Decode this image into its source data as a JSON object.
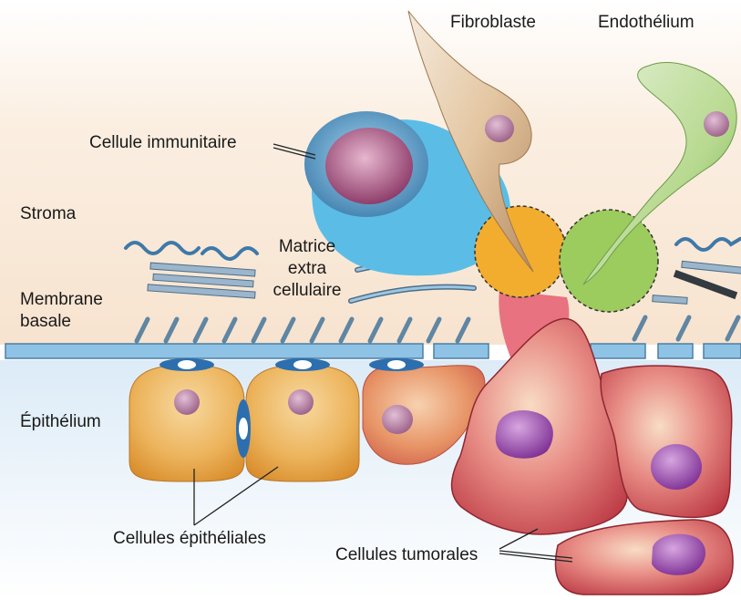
{
  "labels": {
    "fibroblaste": "Fibroblaste",
    "endothelium": "Endothélium",
    "cellule_immunitaire": "Cellule immunitaire",
    "stroma": "Stroma",
    "matrice_line1": "Matrice",
    "matrice_line2": "extra",
    "matrice_line3": "cellulaire",
    "membrane_line1": "Membrane",
    "membrane_line2": "basale",
    "epithelium": "Épithélium",
    "cellules_epitheliales": "Cellules épithéliales",
    "cellules_tumorales": "Cellules tumorales"
  },
  "colors": {
    "stroma_background": "#f7e6d3",
    "epithelium_background": "#e2eef8",
    "basement_membrane": "#8fc3e6",
    "immune_cell": "#5bbde6",
    "fibroblast": "#e8d2b5",
    "endothelium": "#a9cf84",
    "orange_cell": "#f2ac2e",
    "green_cell": "#9ccb5e",
    "pink_stem": "#e8727f",
    "epithelial_cell": "#e6a23c",
    "tumor_cell": "#c9444b",
    "nucleus": "#b07a9c",
    "tumor_nucleus": "#9b55a8"
  }
}
